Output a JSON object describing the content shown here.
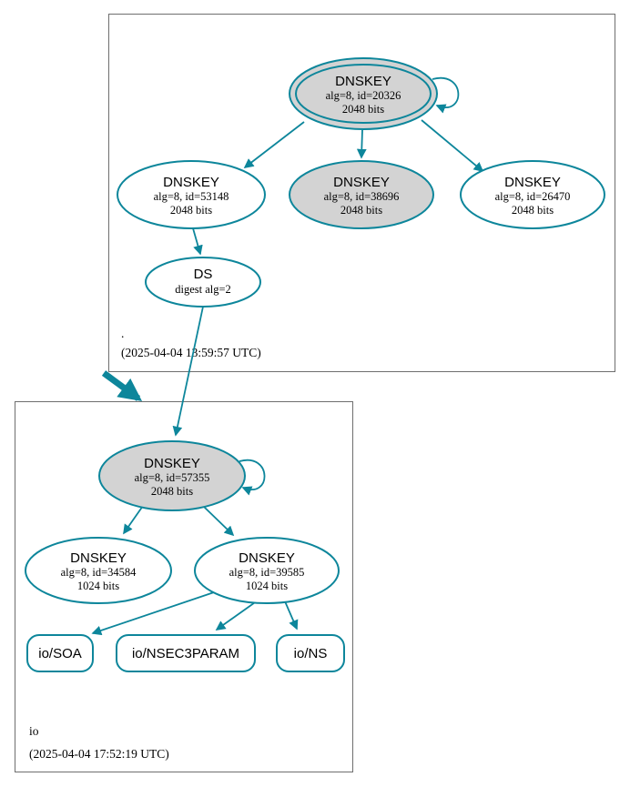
{
  "colors": {
    "edge_teal": "#0d869b",
    "node_fill_gray": "#d3d3d3",
    "node_fill_white": "#ffffff",
    "zone_box_border": "#6e6e6e",
    "text": "#000000"
  },
  "root_zone": {
    "name": ".",
    "timestamp": "(2025-04-04 13:59:57 UTC)",
    "ksk": {
      "title": "DNSKEY",
      "detail": "alg=8, id=20326",
      "bits": "2048 bits"
    },
    "zsk1": {
      "title": "DNSKEY",
      "detail": "alg=8, id=53148",
      "bits": "2048 bits"
    },
    "zsk2": {
      "title": "DNSKEY",
      "detail": "alg=8, id=38696",
      "bits": "2048 bits"
    },
    "zsk3": {
      "title": "DNSKEY",
      "detail": "alg=8, id=26470",
      "bits": "2048 bits"
    },
    "ds": {
      "title": "DS",
      "detail": "digest alg=2"
    }
  },
  "io_zone": {
    "name": "io",
    "timestamp": "(2025-04-04 17:52:19 UTC)",
    "ksk": {
      "title": "DNSKEY",
      "detail": "alg=8, id=57355",
      "bits": "2048 bits"
    },
    "zsk1": {
      "title": "DNSKEY",
      "detail": "alg=8, id=34584",
      "bits": "1024 bits"
    },
    "zsk2": {
      "title": "DNSKEY",
      "detail": "alg=8, id=39585",
      "bits": "1024 bits"
    },
    "rrsets": [
      {
        "label": "io/SOA"
      },
      {
        "label": "io/NSEC3PARAM"
      },
      {
        "label": "io/NS"
      }
    ]
  }
}
